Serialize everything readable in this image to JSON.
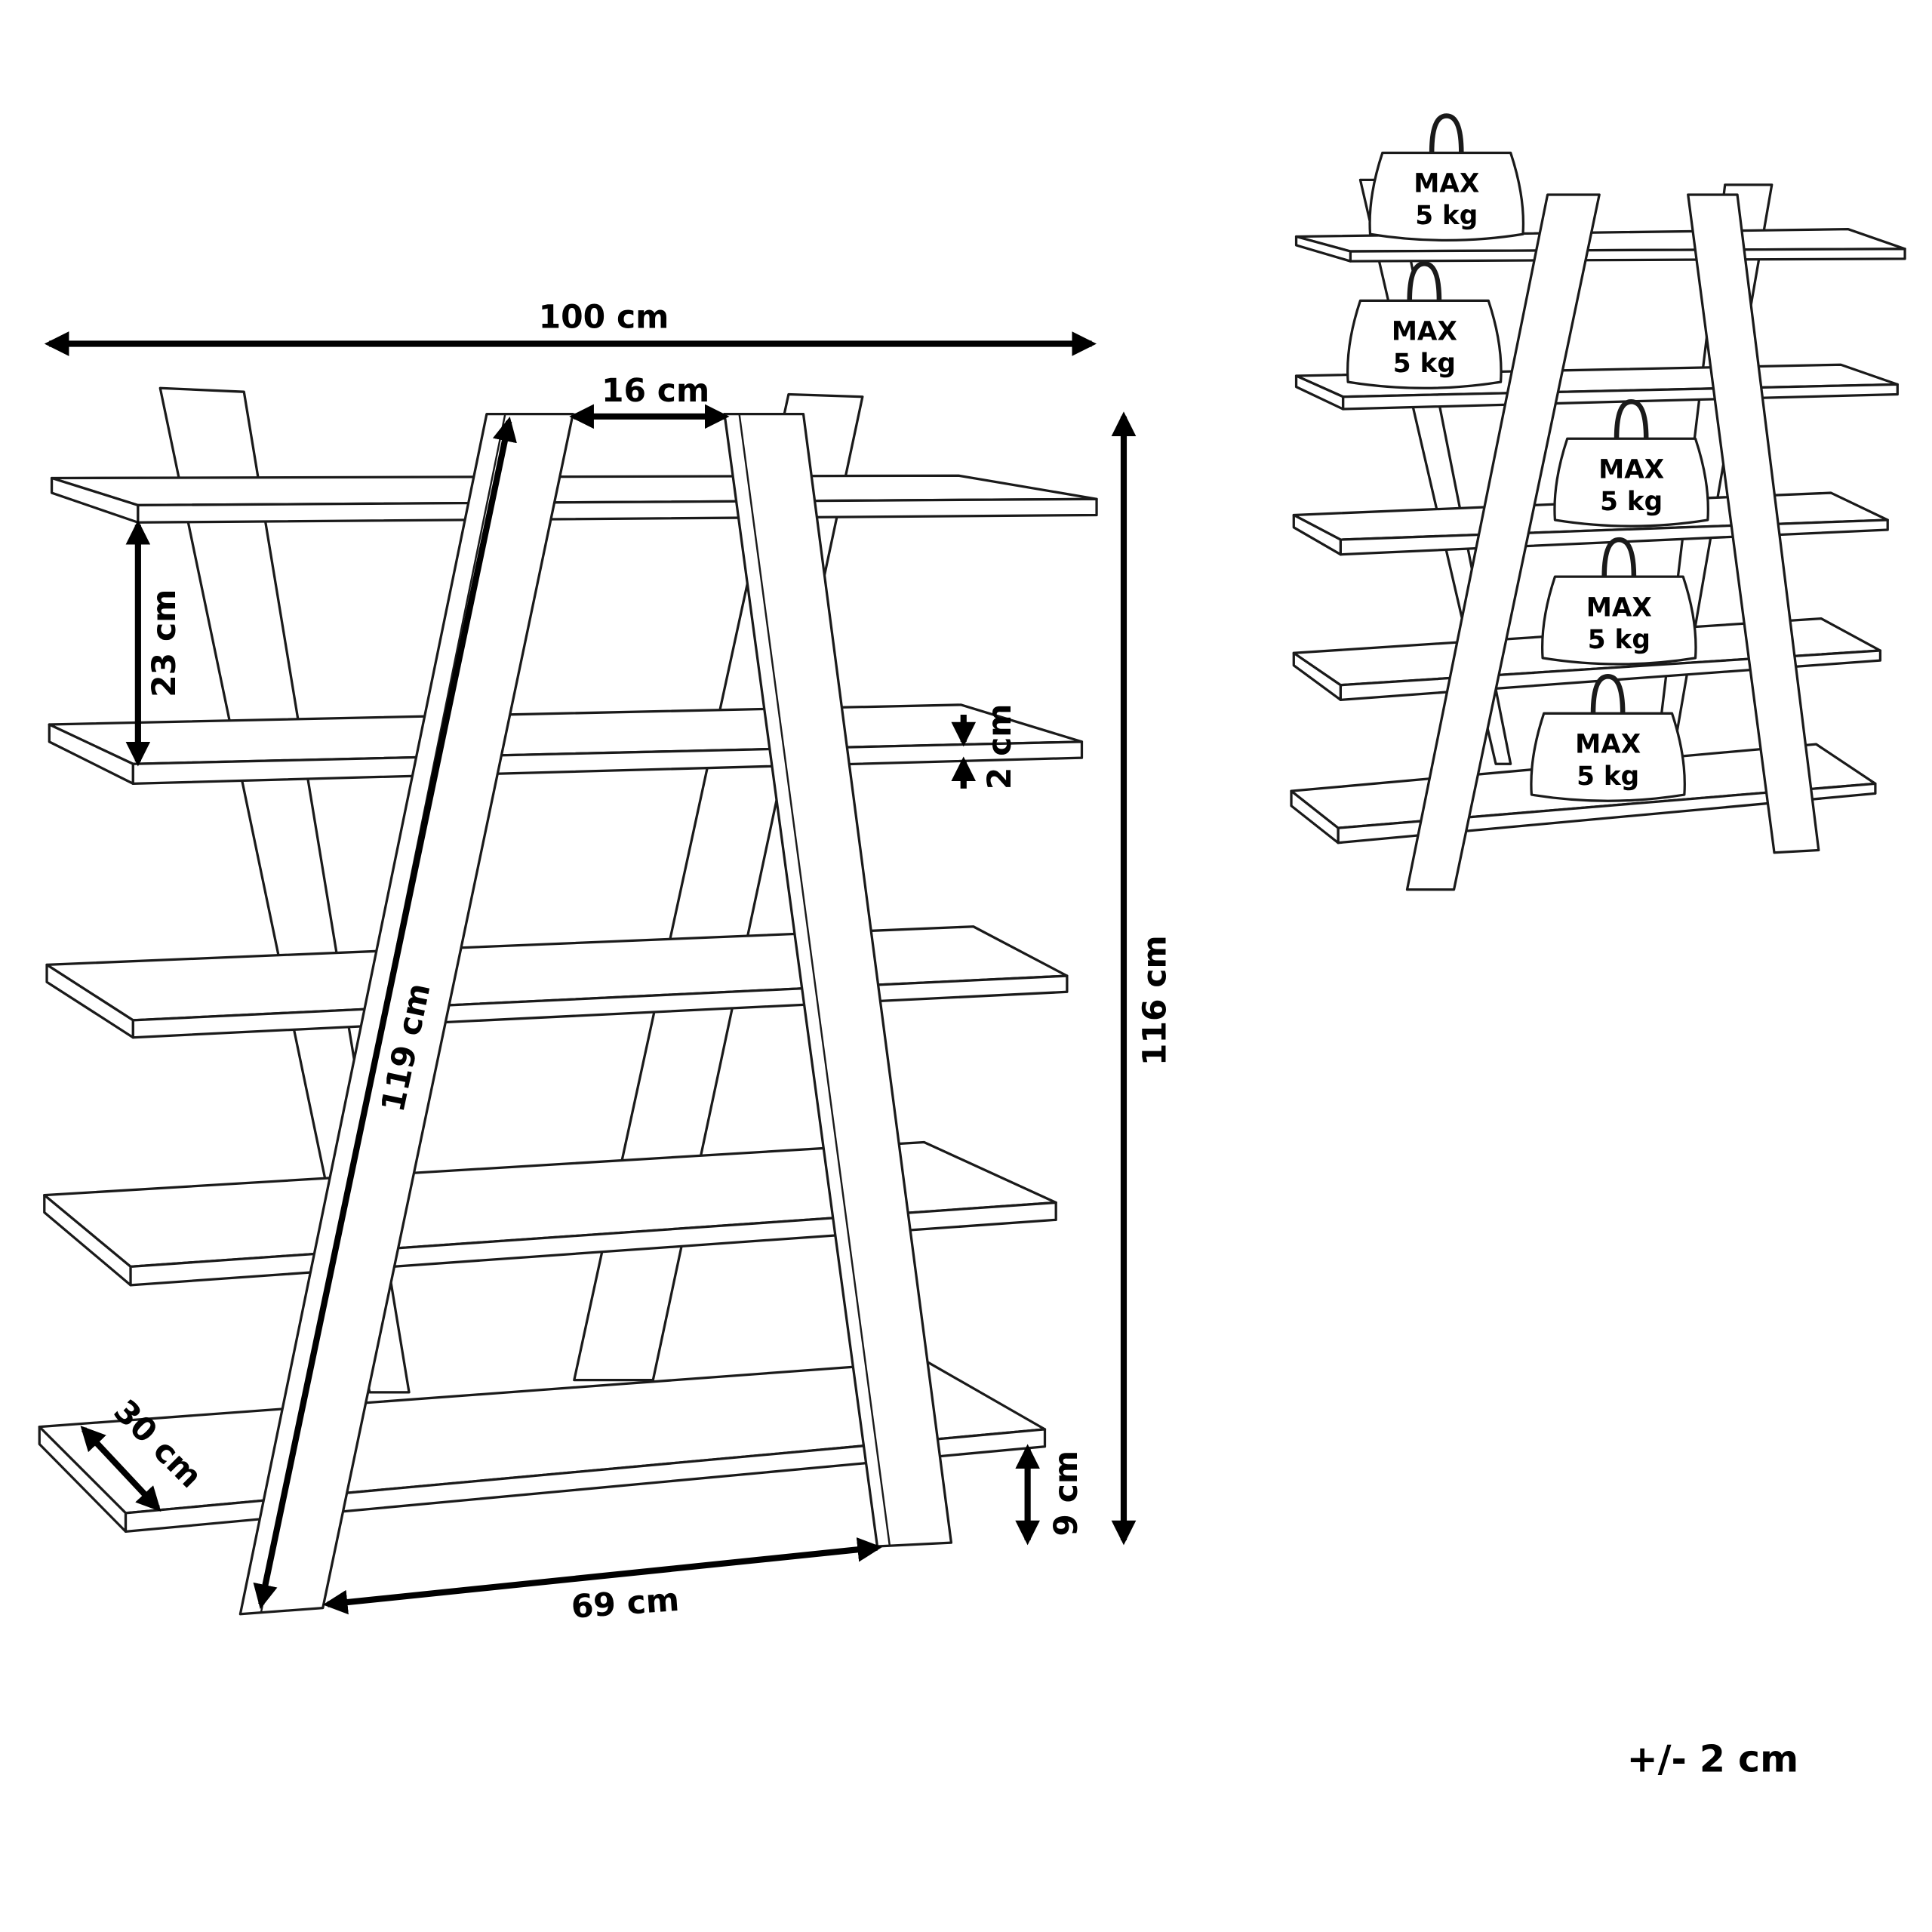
{
  "dimensions": {
    "width": "100 cm",
    "leg_gap_top": "16 cm",
    "shelf_spacing": "23 cm",
    "shelf_thickness": "2 cm",
    "height": "116 cm",
    "leg_length": "119 cm",
    "leg_spread_bottom": "69 cm",
    "depth": "30 cm",
    "bottom_clearance": "9 cm"
  },
  "tolerance": "+/- 2 cm",
  "weights": [
    {
      "line1": "MAX",
      "line2": "5 kg"
    },
    {
      "line1": "MAX",
      "line2": "5 kg"
    },
    {
      "line1": "MAX",
      "line2": "5 kg"
    },
    {
      "line1": "MAX",
      "line2": "5 kg"
    },
    {
      "line1": "MAX",
      "line2": "5 kg"
    }
  ]
}
